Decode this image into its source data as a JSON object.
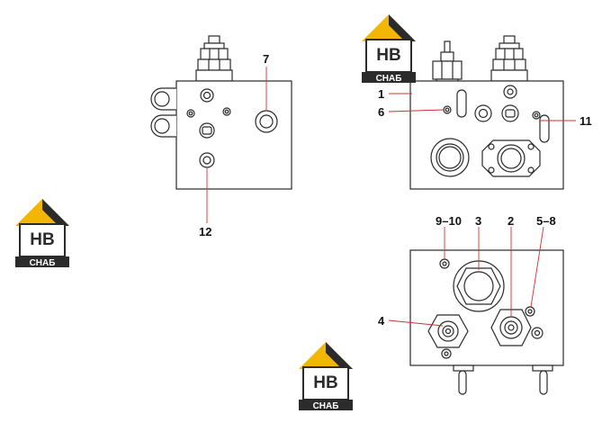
{
  "logos": {
    "mark": "HB",
    "wordmark": "СНАБ",
    "accent_color": "#f2b705",
    "dark_color": "#2b2b2b"
  },
  "callouts": {
    "c1": "1",
    "c2": "2",
    "c3": "3",
    "c4": "4",
    "c5_8": "5–8",
    "c6": "6",
    "c7": "7",
    "c9_10": "9–10",
    "c11": "11",
    "c12": "12"
  },
  "colors": {
    "line": "#2a2a2a",
    "leader": "#cc3333"
  }
}
